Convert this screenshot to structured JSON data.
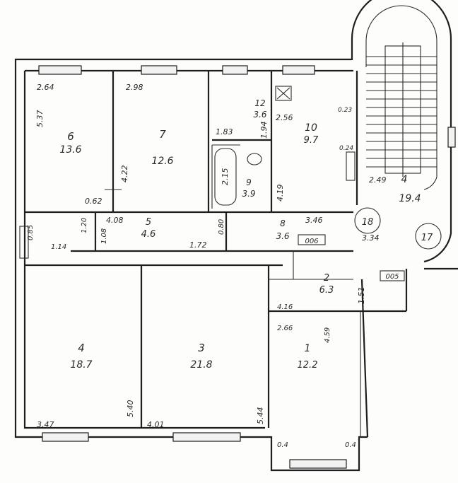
{
  "rooms": [
    {
      "id": "r6",
      "number": "6",
      "area": "13.6"
    },
    {
      "id": "r7",
      "number": "7",
      "area": "12.6"
    },
    {
      "id": "r12",
      "number": "12",
      "area": "3.6"
    },
    {
      "id": "r10",
      "number": "10",
      "area": "9.7"
    },
    {
      "id": "r9",
      "number": "9",
      "area": "3.9"
    },
    {
      "id": "r5",
      "number": "5",
      "area": "4.6"
    },
    {
      "id": "r8",
      "number": "8",
      "area": "3.6"
    },
    {
      "id": "r4s",
      "number": "4",
      "area": "19.4"
    },
    {
      "id": "r4",
      "number": "4",
      "area": "18.7"
    },
    {
      "id": "r3",
      "number": "3",
      "area": "21.8"
    },
    {
      "id": "r2",
      "number": "2",
      "area": "6.3"
    },
    {
      "id": "r1",
      "number": "1",
      "area": "12.2"
    }
  ],
  "circles": [
    "18",
    "17"
  ],
  "boxes": [
    "006",
    "005"
  ],
  "dims": {
    "d264": "2.64",
    "d298": "2.98",
    "d537": "5.37",
    "d422": "4.22",
    "d062": "0.62",
    "d183": "1.83",
    "d194": "1.94",
    "d215": "2.15",
    "d419": "4.19",
    "d256": "2.56",
    "d024": "0.24",
    "d023": "0.23",
    "d249": "2.49",
    "d408": "4.08",
    "d346": "3.46",
    "d334": "3.34",
    "d172": "1.72",
    "d114": "1.14",
    "d416": "4.16",
    "d151": "1.51",
    "d266": "2.66",
    "d459": "4.59",
    "d347": "3.47",
    "d540": "5.40",
    "d401": "4.01",
    "d544": "5.44",
    "d04": "0.4",
    "d04b": "0.4",
    "d080": "0.80",
    "d120": "1.20",
    "d108": "1.08",
    "d085": "0.85"
  }
}
